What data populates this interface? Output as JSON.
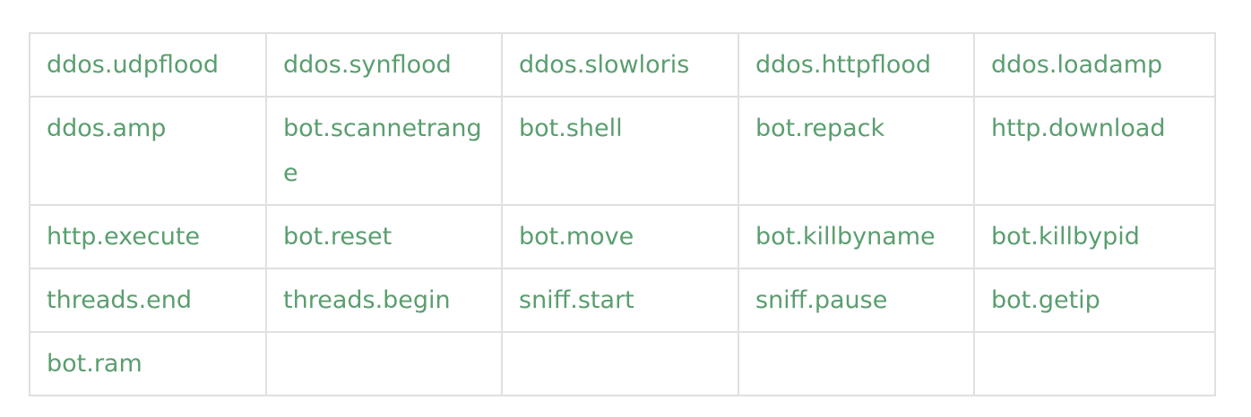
{
  "table": {
    "rows": [
      [
        "ddos.udpflood",
        "ddos.synflood",
        "ddos.slowloris",
        "ddos.httpflood",
        "ddos.loadamp"
      ],
      [
        "ddos.amp",
        "bot.scannetrange",
        "bot.shell",
        "bot.repack",
        "http.download"
      ],
      [
        "http.execute",
        "bot.reset",
        "bot.move",
        "bot.killbyname",
        "bot.killbypid"
      ],
      [
        "threads.end",
        "threads.begin",
        "sniff.start",
        "sniff.pause",
        "bot.getip"
      ],
      [
        "bot.ram",
        "",
        "",
        "",
        ""
      ]
    ]
  },
  "colors": {
    "text": "#5a9e6f",
    "border": "#e0e0e0",
    "background": "#ffffff"
  }
}
